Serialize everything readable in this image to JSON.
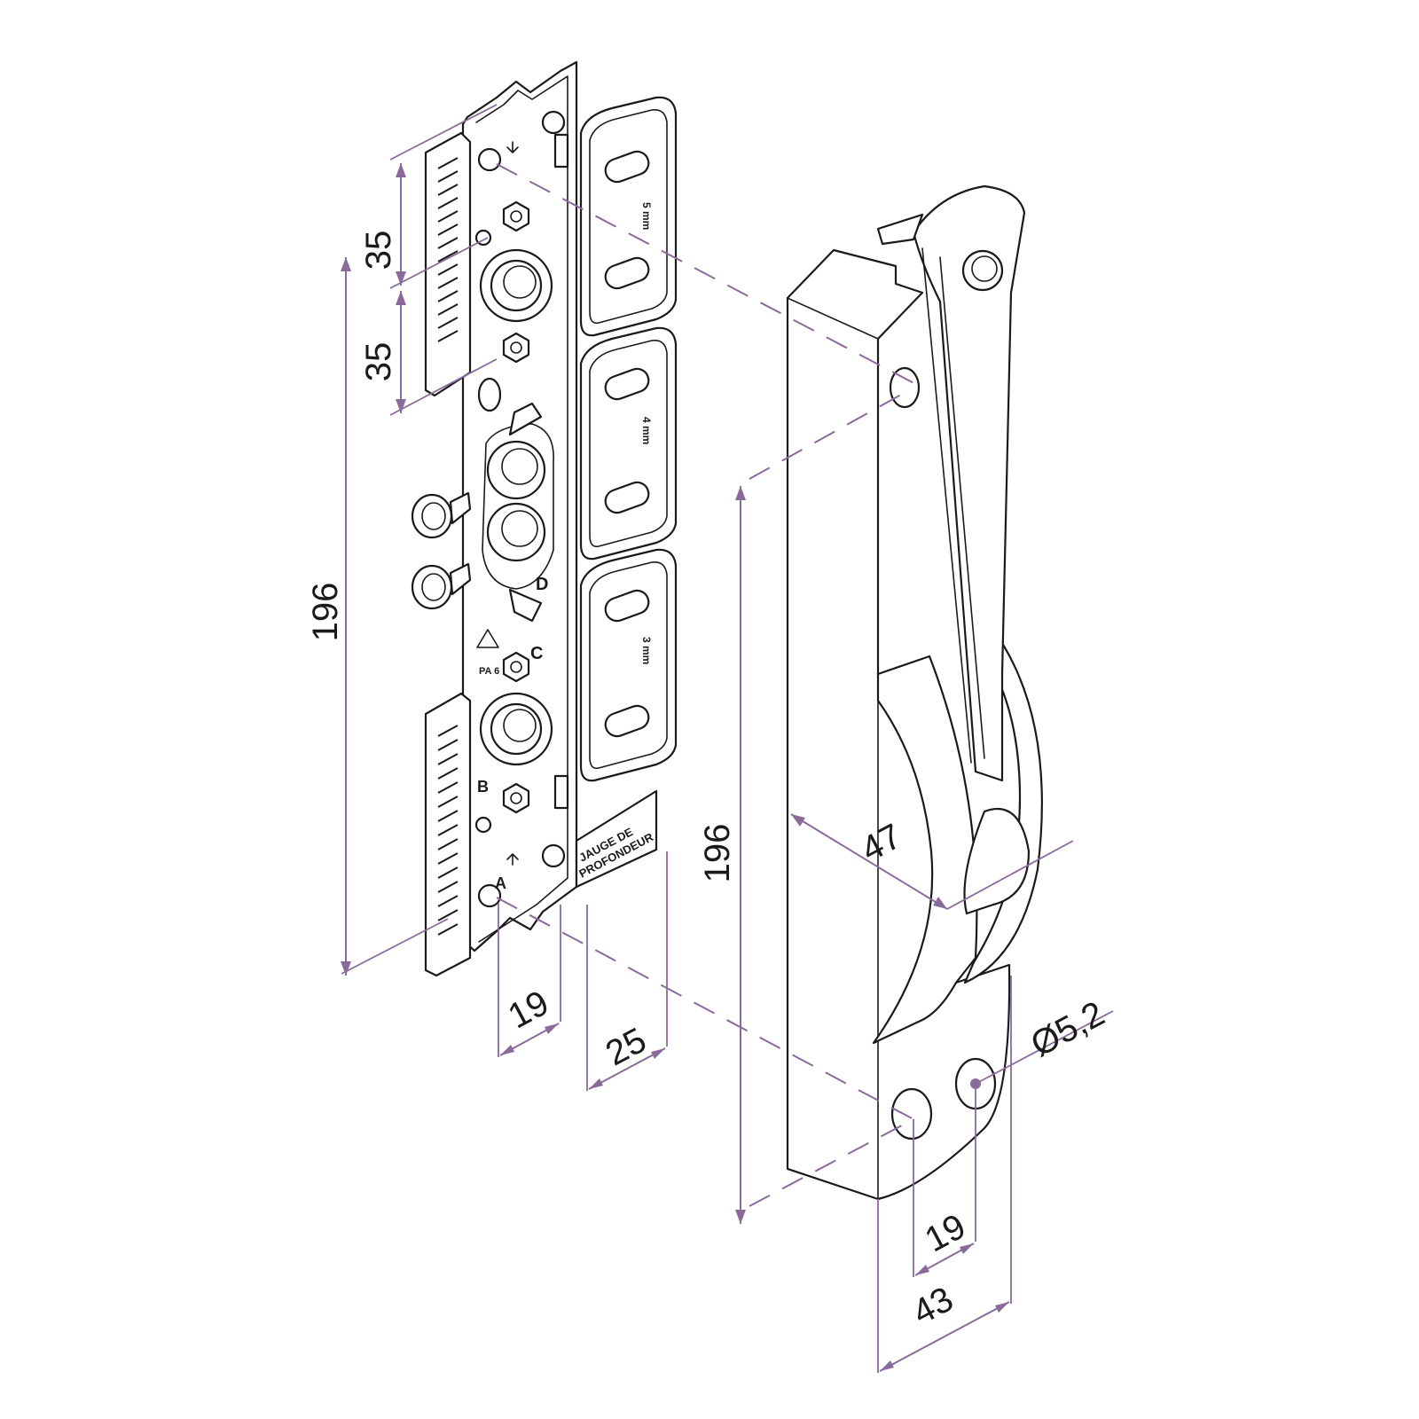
{
  "dimensions": {
    "left_top_spacing": "35",
    "left_bottom_spacing": "35",
    "left_height": "196",
    "left_hole_offset": "19",
    "gauge_width": "25",
    "right_height": "196",
    "lever_reach": "47",
    "hole_diameter": "Ø5,2",
    "hole_spacing": "19",
    "base_width": "43"
  },
  "plate_marks": {
    "gauge_line1": "JAUGE DE",
    "gauge_line2": "PROFONDEUR",
    "mark_a": "A",
    "mark_b": "B",
    "mark_c": "C",
    "mark_d": "D",
    "material": "PA 6",
    "spacer_5": "5 mm",
    "spacer_4": "4 mm",
    "spacer_3": "3 mm"
  },
  "colors": {
    "dimension": "#8a6a9a",
    "outline": "#1a1a1a"
  }
}
